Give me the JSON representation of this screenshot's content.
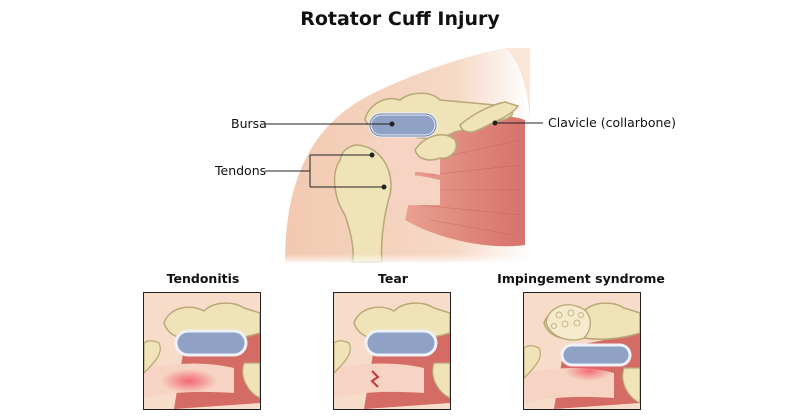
{
  "title": "Rotator Cuff Injury",
  "labels": {
    "bursa": "Bursa",
    "tendons": "Tendons",
    "clavicle": "Clavicle (collarbone)"
  },
  "panels": [
    {
      "title": "Tendonitis"
    },
    {
      "title": "Tear"
    },
    {
      "title": "Impingement syndrome"
    }
  ],
  "colors": {
    "skin": "#f5d3bd",
    "bone": "#f0e3b8",
    "bone_outline": "#b8a777",
    "bursa": "#8fa1c4",
    "muscle": "#d9726a",
    "tendon": "#f3c7b6",
    "inflammation": "#f25a6a"
  }
}
